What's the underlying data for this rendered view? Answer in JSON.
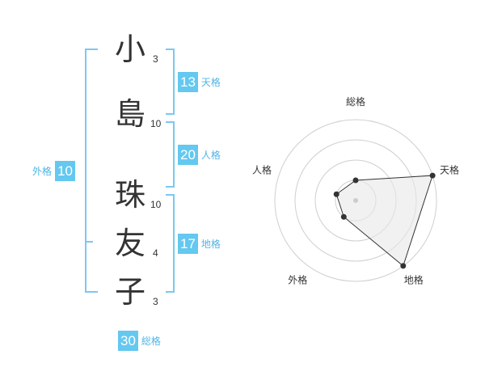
{
  "name": {
    "characters": [
      {
        "char": "小",
        "strokes": "3"
      },
      {
        "char": "島",
        "strokes": "10"
      },
      {
        "char": "珠",
        "strokes": "10"
      },
      {
        "char": "友",
        "strokes": "4"
      },
      {
        "char": "子",
        "strokes": "3"
      }
    ]
  },
  "fortune": {
    "tenkaku": {
      "value": "13",
      "label": "天格"
    },
    "jinkaku": {
      "value": "20",
      "label": "人格"
    },
    "chikaku": {
      "value": "17",
      "label": "地格"
    },
    "gaikaku": {
      "value": "10",
      "label": "外格"
    },
    "soukaku": {
      "value": "30",
      "label": "総格"
    }
  },
  "colors": {
    "accent": "#64c8f0",
    "bracket": "#7cc8f0",
    "label": "#50b4e6",
    "text": "#333333"
  },
  "chart_data": {
    "type": "radar",
    "axes": [
      "総格",
      "天格",
      "地格",
      "外格",
      "人格"
    ],
    "values": [
      1,
      4,
      4,
      1,
      1
    ],
    "range": [
      0,
      4
    ],
    "rings": 4
  }
}
